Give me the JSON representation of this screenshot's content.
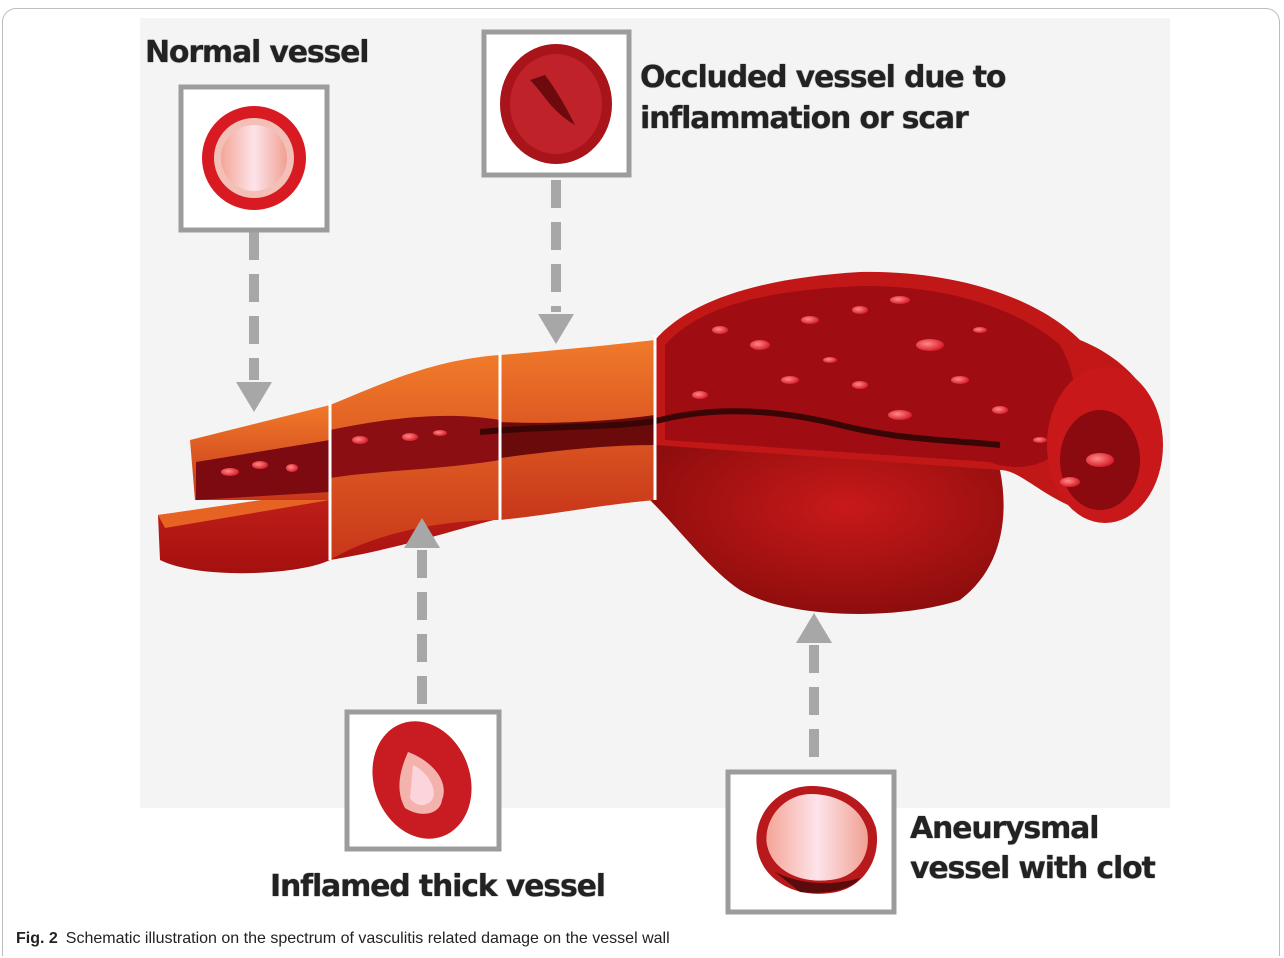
{
  "labels": {
    "normal": "Normal vessel",
    "occluded_line1": "Occluded vessel due to",
    "occluded_line2": "inflammation or scar",
    "inflamed": "Inflamed thick vessel",
    "aneurysmal_line1": "Aneurysmal",
    "aneurysmal_line2": "vessel with clot"
  },
  "caption": {
    "number": "Fig. 2",
    "text": "Schematic illustration on the spectrum of vasculitis related damage on the vessel wall"
  },
  "colors": {
    "vessel_red": "#c41e1e",
    "dark_red": "#7e0c0c",
    "orange": "#e2571c",
    "lumen_pink": "#f6b6b0",
    "arrow_gray": "#a7a7a7",
    "box_gray": "#9c9c9c"
  }
}
